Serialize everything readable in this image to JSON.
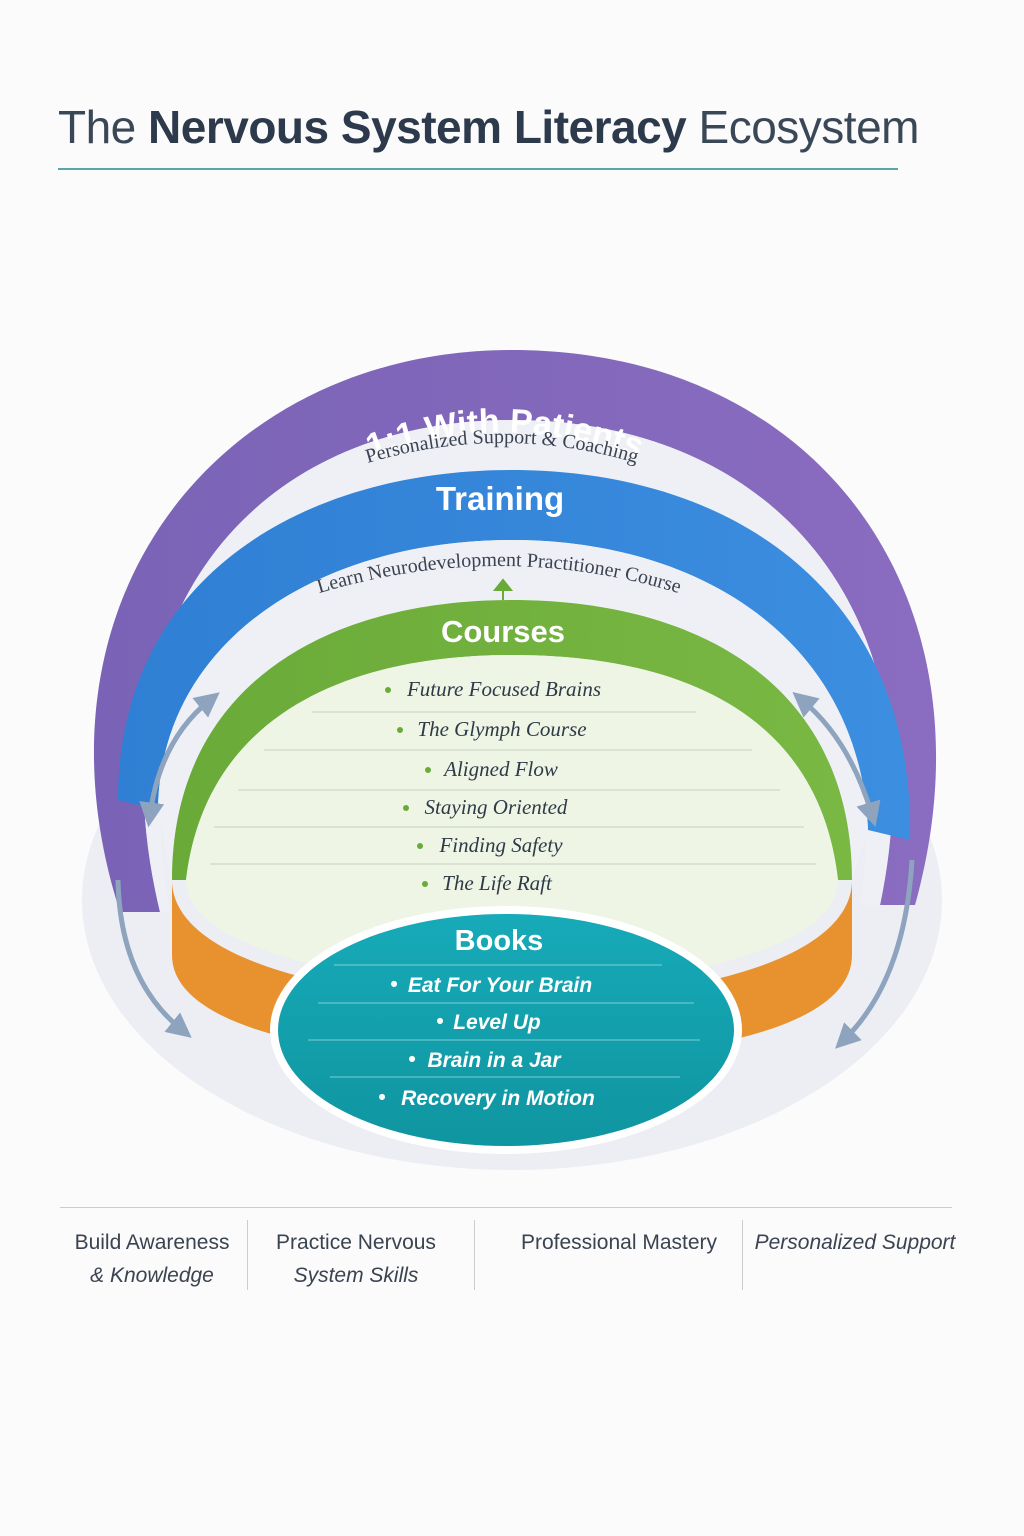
{
  "title": {
    "prefix": "The",
    "emphasis": "Nervous System Literacy",
    "suffix": "Ecosystem"
  },
  "rings": {
    "patients": {
      "title": "1:1 With Patients",
      "subtitle": "Personalized Support & Coaching",
      "color": "#7b65b8"
    },
    "training": {
      "title": "Training",
      "subtitle": "Learn Neurodevelopment Practitioner Course",
      "color": "#3384d8"
    },
    "courses": {
      "title": "Courses",
      "color": "#6fae3d",
      "items": [
        "Future Focused Brains",
        "The Glymph Course",
        "Aligned Flow",
        "Staying Oriented",
        "Finding Safety",
        "The Life Raft"
      ]
    },
    "books": {
      "title": "Books",
      "color": "#13a2ad",
      "items": [
        "Eat For Your Brain",
        "Level Up",
        "Brain in a Jar",
        "Recovery in Motion"
      ]
    }
  },
  "base_color": "#e8912f",
  "footer": {
    "col1": {
      "line1": "Build Awareness",
      "line2": "& Knowledge"
    },
    "col2": {
      "line1": "Practice Nervous",
      "line2": "System Skills"
    },
    "col3": {
      "line1": "Professional Mastery"
    },
    "col4": {
      "line1": "Personalized Support"
    }
  }
}
